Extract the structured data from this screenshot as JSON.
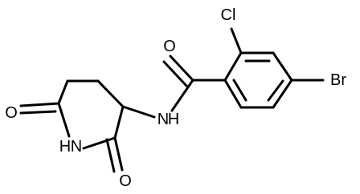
{
  "molecule": {
    "atoms": {
      "carbonyl_o": "O",
      "chlorine": "Cl",
      "bromine": "Br",
      "amide_nh": "N",
      "amide_h": "H",
      "imide_nh": "N",
      "imide_h": "H",
      "left_o": "O",
      "bottom_o": "O"
    },
    "colors": {
      "bond": "#000000",
      "label": "#000000",
      "background": "#ffffff"
    }
  }
}
